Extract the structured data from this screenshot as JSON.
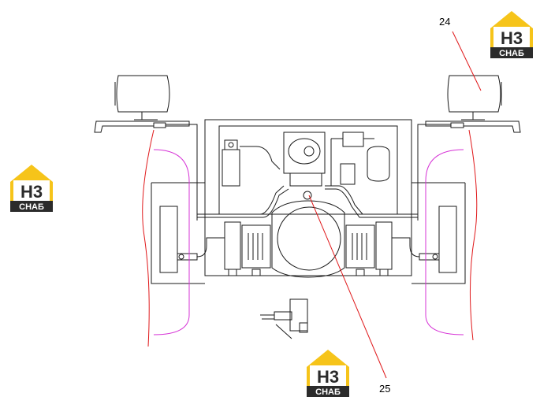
{
  "callouts": [
    {
      "id": "24",
      "label": "24"
    },
    {
      "id": "25",
      "label": "25"
    }
  ],
  "logo": {
    "text_top": "H3",
    "text_bottom": "CHAБ",
    "colors": {
      "yellow": "#f6c41a",
      "dark": "#2b2b2b",
      "white": "#ffffff"
    }
  },
  "colors": {
    "line": "#1a1a1a",
    "leader": "#e0191b",
    "tire_outline": "#d633d6",
    "tire_edge": "#e0191b"
  }
}
